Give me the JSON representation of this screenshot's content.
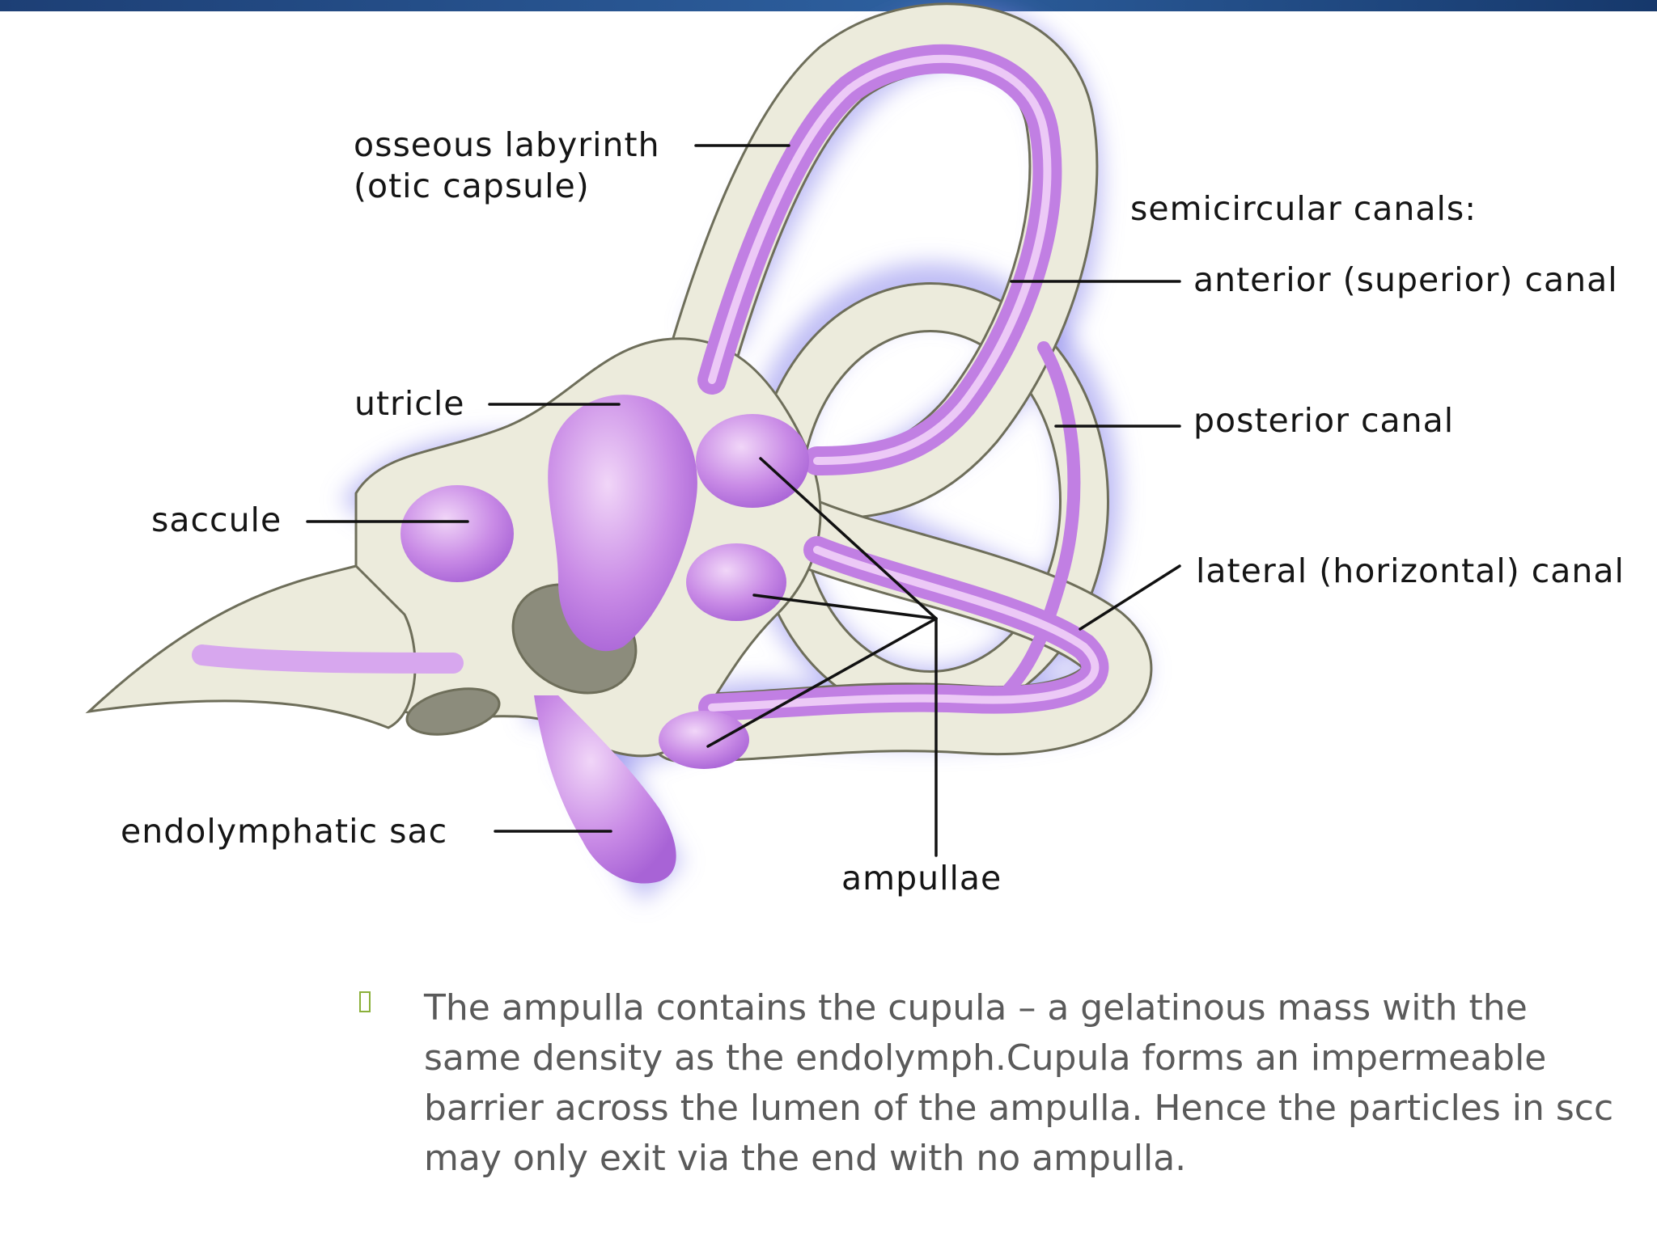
{
  "diagram": {
    "labels": {
      "osseous_line1": "osseous labyrinth",
      "osseous_line2": "(otic capsule)",
      "semicircular_title": "semicircular canals:",
      "anterior": "anterior (superior) canal",
      "posterior": "posterior canal",
      "lateral": "lateral (horizontal) canal",
      "utricle": "utricle",
      "saccule": "saccule",
      "endolymphatic": "endolymphatic sac",
      "ampullae": "ampullae"
    },
    "colors": {
      "bone": "#ecebdc",
      "bone_outline": "#6e6e5a",
      "membrane": "#c17fe3",
      "membrane_light": "#ecc9f6",
      "halo": "#8a87ec",
      "cavity": "#8c8c7c",
      "top_bar": "#1d3f75"
    }
  },
  "caption": {
    "bullet_icon": "square-bullet-icon",
    "text": "The ampulla contains the cupula – a gelatinous mass with the same density as the endolymph.Cupula forms an impermeable barrier across the lumen of the ampulla. Hence the particles in scc may only exit via the end with no ampulla."
  }
}
